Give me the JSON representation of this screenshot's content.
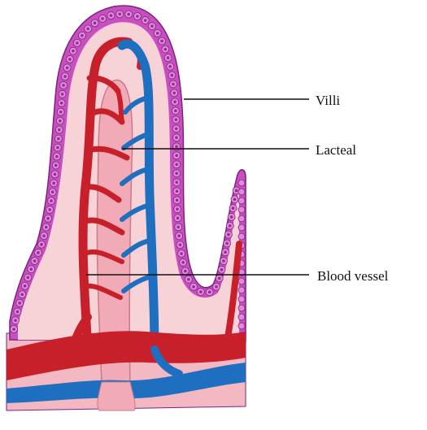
{
  "diagram": {
    "labels": {
      "villi": "Villi",
      "lacteal": "Lacteal",
      "blood_vessel": "Blood vessel"
    },
    "colors": {
      "epithelium": "#c94fc1",
      "epithelium_edge": "#7a2380",
      "cell_nucleus": "#8e2f94",
      "lamina": "#f7d3d7",
      "lacteal": "#f2aab6",
      "artery": "#c8202a",
      "vein": "#1f6fc0",
      "base_tissue": "#f3b8c2",
      "leader_line": "#111111"
    }
  }
}
